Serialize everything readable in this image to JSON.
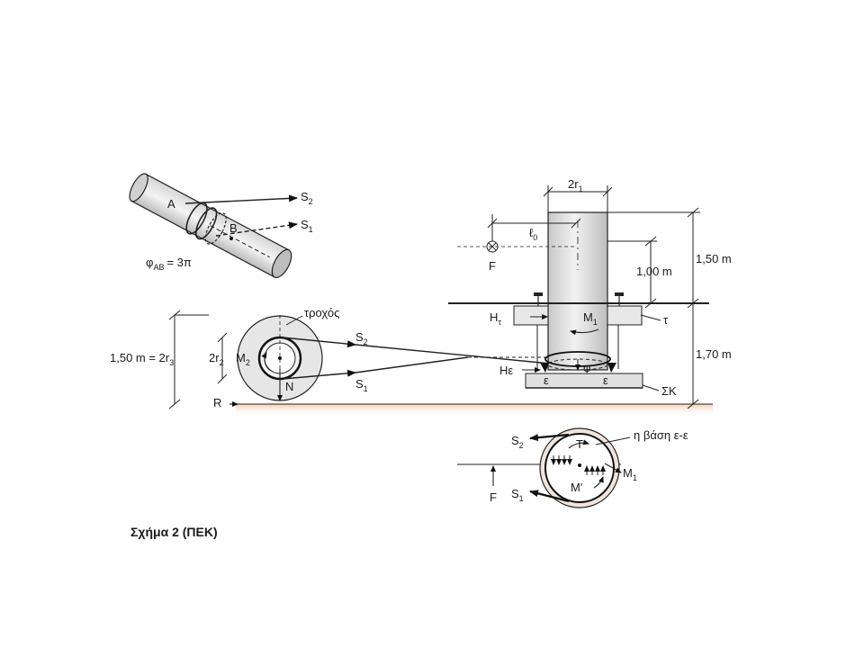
{
  "caption": "Σχήμα 2 (ΠΕΚ)",
  "colors": {
    "ground": "#f6dcc6",
    "cylinder": "#d9d9d9",
    "wheel": "#e6e6e6",
    "line": "#222222"
  },
  "topleft": {
    "label_a": "A",
    "label_b": "B",
    "label_s2": "S",
    "label_s2_sub": "2",
    "label_s1": "S",
    "label_s1_sub": "1",
    "angle_prefix": "φ",
    "angle_sub": "AB",
    "angle_value": "= 3π"
  },
  "wheel": {
    "label_trochos": "τροχός",
    "label_s2": "S",
    "label_s2_sub": "2",
    "label_s1": "S",
    "label_s1_sub": "1",
    "label_m2": "M",
    "label_m2_sub": "2",
    "label_n": "N",
    "label_r": "R",
    "dim_2r2": "2r",
    "dim_2r2_sub": "2",
    "dim_diameter": "1,50 m = 2r",
    "dim_diameter_sub": "3"
  },
  "column": {
    "dim_2r1": "2r",
    "dim_2r1_sub": "1",
    "label_l0": "ℓ",
    "label_l0_sub": "0",
    "label_f": "F",
    "dim_100": "1,00 m",
    "dim_150": "1,50 m",
    "dim_170": "1,70 m",
    "label_ht": "H",
    "label_ht_sub": "τ",
    "label_m1": "M",
    "label_m1_sub": "1",
    "label_tau": "τ",
    "label_he": "Hε",
    "label_phi": "φ",
    "label_eps_left": "ε",
    "label_eps_right": "ε",
    "label_sk": "ΣΚ"
  },
  "section": {
    "label_s2": "S",
    "label_s2_sub": "2",
    "label_s1": "S",
    "label_s1_sub": "1",
    "label_t": "T'",
    "label_m": "M'",
    "label_m1": "M",
    "label_m1_sub": "1",
    "label_f": "F",
    "label_base": "η βάση ε-ε"
  }
}
